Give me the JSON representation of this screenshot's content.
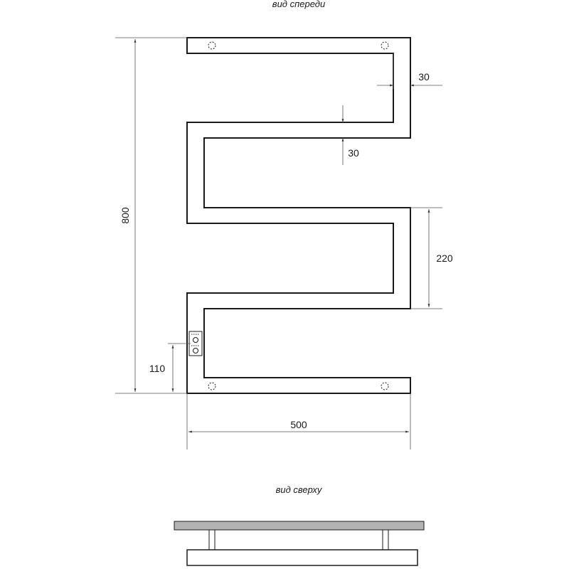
{
  "views": {
    "front_label": "вид спереди",
    "top_label": "вид сверху"
  },
  "dimensions": {
    "height": "800",
    "width": "500",
    "tube_width_a": "30",
    "tube_width_b": "30",
    "section_height": "220",
    "control_offset": "110"
  },
  "colors": {
    "outline": "#1a1a1a",
    "dimension_line": "#555555",
    "wall_plate": "#b3b3b3"
  }
}
